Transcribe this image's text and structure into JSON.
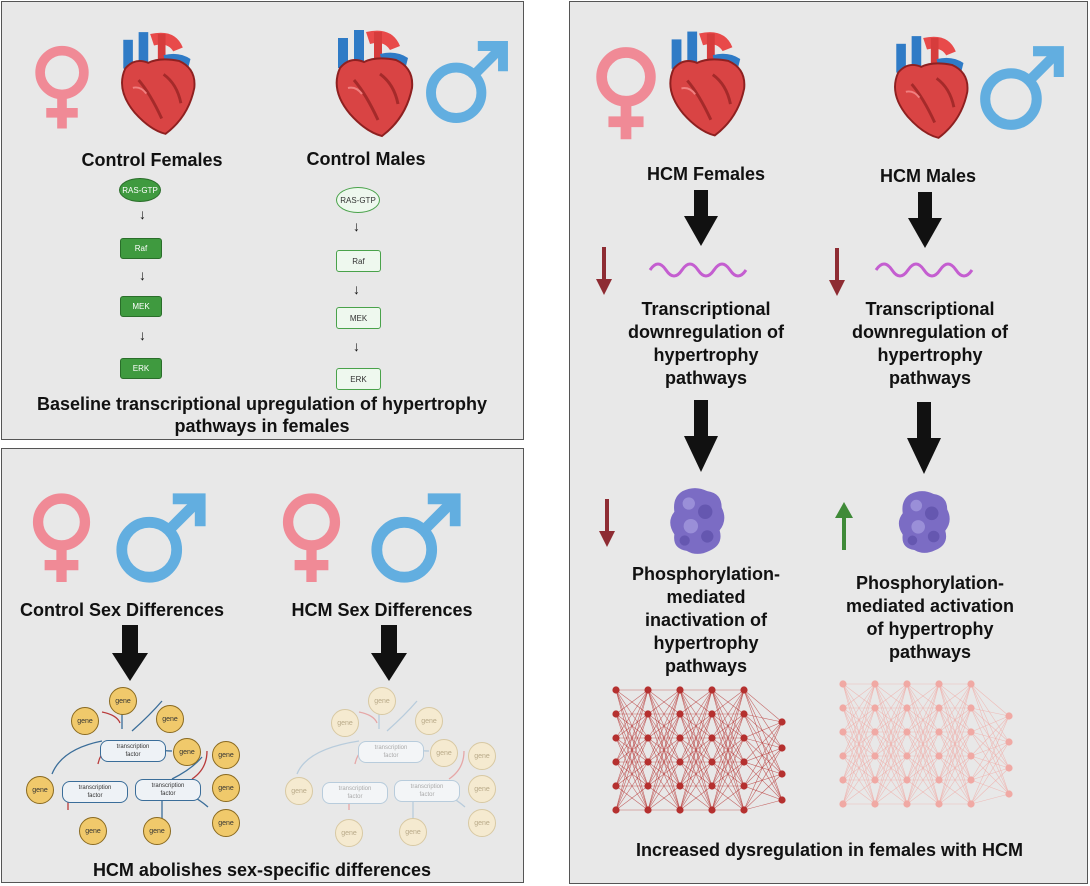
{
  "panel_a": {
    "female_label": "Control Females",
    "male_label": "Control Males",
    "female_pathway": [
      "RAS-GTP",
      "Raf",
      "MEK",
      "ERK"
    ],
    "male_pathway": [
      "RAS-GTP",
      "Raf",
      "MEK",
      "ERK"
    ],
    "caption_line1": "Baseline transcriptional upregulation of hypertrophy",
    "caption_line2": "pathways in females"
  },
  "panel_b": {
    "control_label": "Control Sex Differences",
    "hcm_label": "HCM Sex Differences",
    "gene": "gene",
    "tf_line1": "transcription",
    "tf_line2": "factor",
    "caption": "HCM abolishes sex-specific differences"
  },
  "panel_c": {
    "female_label": "HCM Females",
    "male_label": "HCM Males",
    "female_transcription": [
      "Transcriptional",
      "downregulation of",
      "hypertrophy",
      "pathways"
    ],
    "male_transcription": [
      "Transcriptional",
      "downregulation of",
      "hypertrophy",
      "pathways"
    ],
    "female_phospho": [
      "Phosphorylation-",
      "mediated",
      "inactivation of",
      "hypertrophy",
      "pathways"
    ],
    "male_phospho": [
      "Phosphorylation-",
      "mediated activation",
      "of hypertrophy",
      "pathways"
    ],
    "caption": "Increased dysregulation in females with HCM"
  },
  "colors": {
    "female_symbol": "#f08a96",
    "male_symbol": "#62aee0",
    "down_arrow": "#8e2c33",
    "up_arrow": "#3f8a38",
    "wave": "#c45ed0",
    "protein": "#7b6cc4",
    "network_dark": "#b5302f",
    "network_faint": "#f0a9a4"
  }
}
